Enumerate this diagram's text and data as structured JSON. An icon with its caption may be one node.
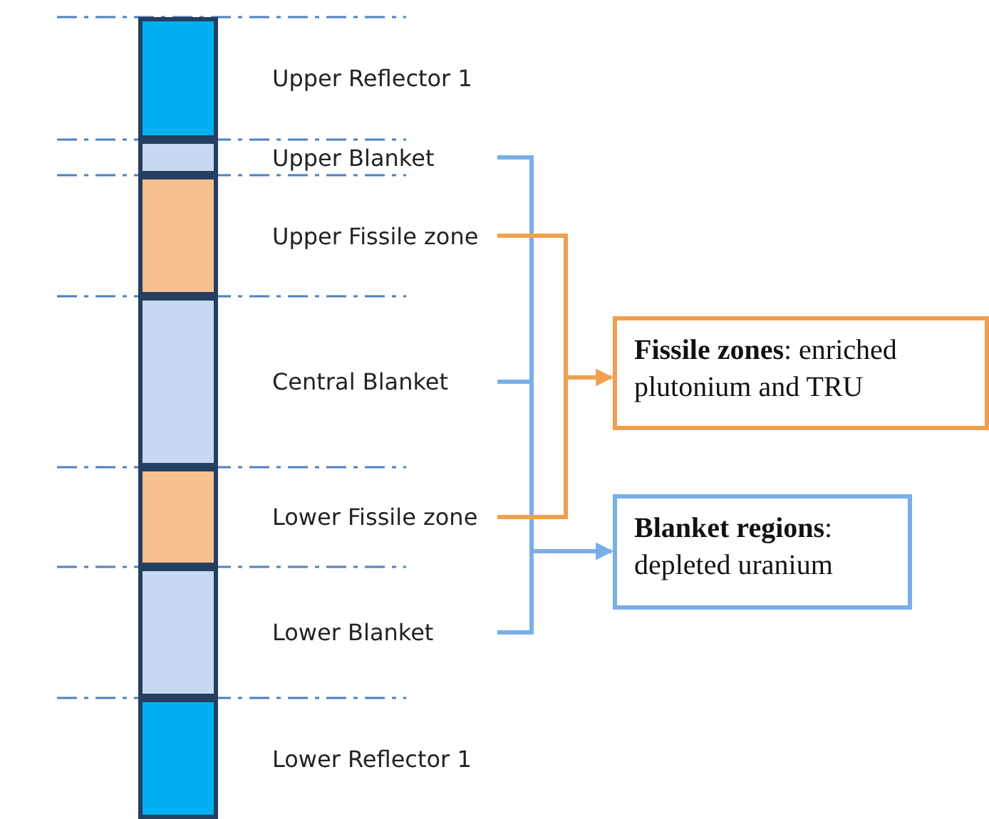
{
  "diagram": {
    "nodes": [
      {
        "text": [
          "Upper Reflector 1"
        ]
      },
      {
        "text": [
          "Upper Blanket"
        ]
      },
      {
        "text": [
          "Upper Fissile zone"
        ]
      },
      {
        "text": [
          "Central Blanket"
        ]
      },
      {
        "text": [
          "Lower Fissile zone"
        ]
      },
      {
        "text": [
          "Lower Blanket"
        ]
      },
      {
        "text": [
          "Lower Reflector 1"
        ]
      },
      {
        "text": [
          "**Fissile zones**: enriched plutonium and TRU"
        ]
      },
      {
        "text": [
          "**Blanket regions**: depleted uranium"
        ]
      }
    ],
    "edges": [
      {
        "from": 1,
        "to": 8,
        "arrow": "to"
      },
      {
        "from": 3,
        "to": 8,
        "arrow": "to"
      },
      {
        "from": 5,
        "to": 8,
        "arrow": "to"
      },
      {
        "from": 2,
        "to": 7,
        "arrow": "to",
        "color": "#f0a050"
      },
      {
        "from": 4,
        "to": 7,
        "arrow": "to",
        "color": "#f0a050"
      }
    ]
  }
}
